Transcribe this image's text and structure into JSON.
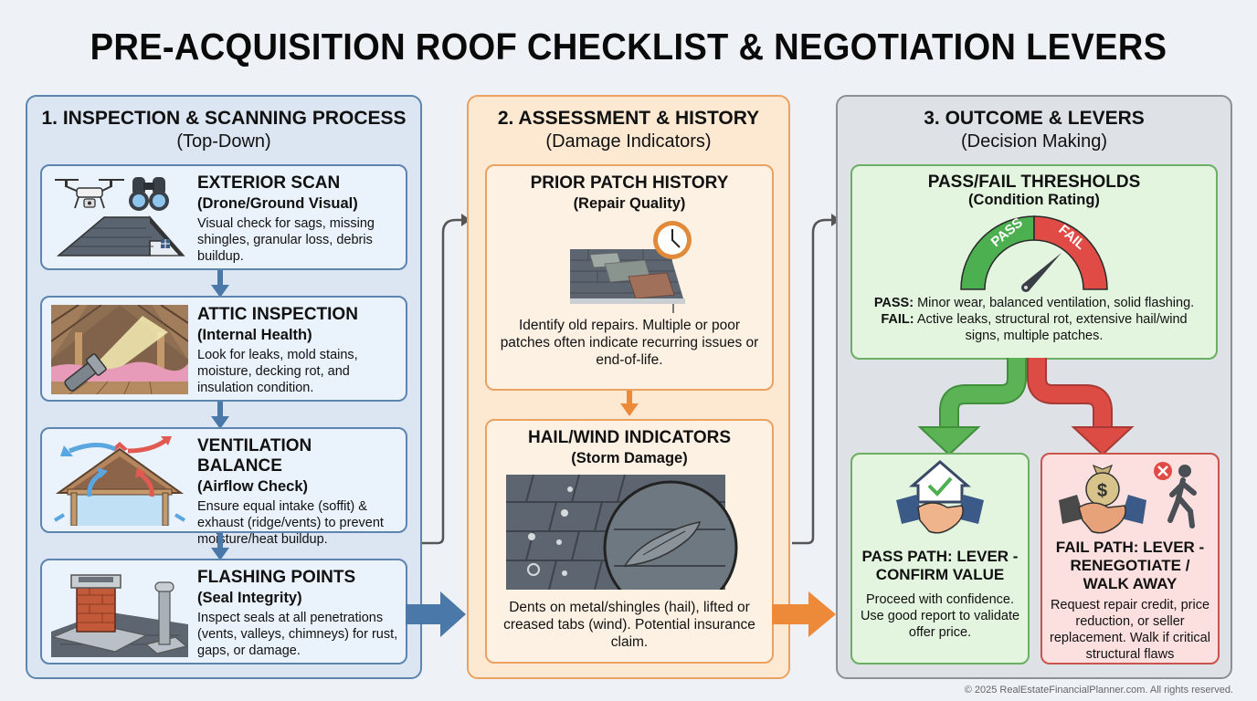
{
  "title": "PRE-ACQUISITION ROOF CHECKLIST & NEGOTIATION LEVERS",
  "columns": [
    {
      "heading": "1. INSPECTION & SCANNING PROCESS",
      "subheading": "(Top-Down)",
      "accent": "#5e84b0",
      "cards": [
        {
          "title": "EXTERIOR SCAN",
          "subtitle": "(Drone/Ground Visual)",
          "description": "Visual check for sags, missing shingles, granular loss, debris buildup.",
          "icons": [
            "drone-icon",
            "binoculars-icon",
            "house-roof-icon"
          ]
        },
        {
          "title": "ATTIC INSPECTION",
          "subtitle": "(Internal Health)",
          "description": "Look for leaks, mold stains, moisture, decking rot, and insulation condition.",
          "icons": [
            "flashlight-attic-icon"
          ]
        },
        {
          "title": "VENTILATION BALANCE",
          "subtitle": "(Airflow Check)",
          "description": "Ensure equal intake (soffit) & exhaust (ridge/vents) to prevent moisture/heat buildup.",
          "icons": [
            "airflow-roof-icon"
          ]
        },
        {
          "title": "FLASHING POINTS",
          "subtitle": "(Seal Integrity)",
          "description": "Inspect seals at all penetrations (vents, valleys, chimneys) for rust, gaps, or damage.",
          "icons": [
            "chimney-vent-icon"
          ]
        }
      ]
    },
    {
      "heading": "2. ASSESSMENT & HISTORY",
      "subheading": "(Damage Indicators)",
      "accent": "#eba15f",
      "cards": [
        {
          "title": "PRIOR PATCH HISTORY",
          "subtitle": "(Repair Quality)",
          "description": "Identify old repairs. Multiple or poor patches often indicate recurring issues or end-of-life.",
          "icons": [
            "patched-roof-clock-icon"
          ]
        },
        {
          "title": "HAIL/WIND INDICATORS",
          "subtitle": "(Storm Damage)",
          "description": "Dents on metal/shingles (hail), lifted or creased tabs (wind). Potential insurance claim.",
          "icons": [
            "hail-damage-magnifier-icon"
          ]
        }
      ]
    },
    {
      "heading": "3. OUTCOME & LEVERS",
      "subheading": "(Decision Making)",
      "accent": "#8c9096",
      "threshold": {
        "title": "PASS/FAIL THRESHOLDS",
        "subtitle": "(Condition Rating)",
        "gauge": {
          "pass_label": "PASS",
          "fail_label": "FAIL",
          "pass_color": "#4caf50",
          "fail_color": "#e04b45"
        },
        "pass_label": "PASS:",
        "pass_text": "Minor wear, balanced ventilation, solid flashing.",
        "fail_label": "FAIL:",
        "fail_text": "Active leaks, structural rot, extensive hail/wind signs, multiple patches."
      },
      "pass_path": {
        "title": "PASS PATH: LEVER - CONFIRM VALUE",
        "description": "Proceed with confidence. Use good report to validate offer price."
      },
      "fail_path": {
        "title": "FAIL PATH: LEVER - RENEGOTIATE / WALK AWAY",
        "description": "Request repair credit, price reduction, or seller replacement. Walk if critical structural flaws"
      }
    }
  ],
  "footer": "© 2025 RealEstateFinancialPlanner.com. All rights reserved."
}
